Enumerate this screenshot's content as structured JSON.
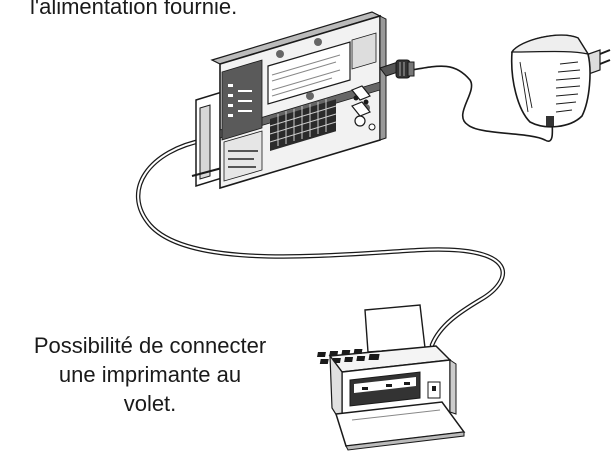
{
  "top_caption": "l'alimentation fournie.",
  "printer_caption": {
    "line1": "Possibilité de connecter",
    "line2": "une imprimante au",
    "line3": "volet."
  },
  "colors": {
    "line": "#1a1a1a",
    "text": "#1a1a1a",
    "panel_dark": "#555555",
    "panel_light": "#e8e8e8"
  },
  "icons": {
    "panel": "control-panel-icon",
    "adapter": "power-adapter-icon",
    "printer": "printer-icon"
  }
}
